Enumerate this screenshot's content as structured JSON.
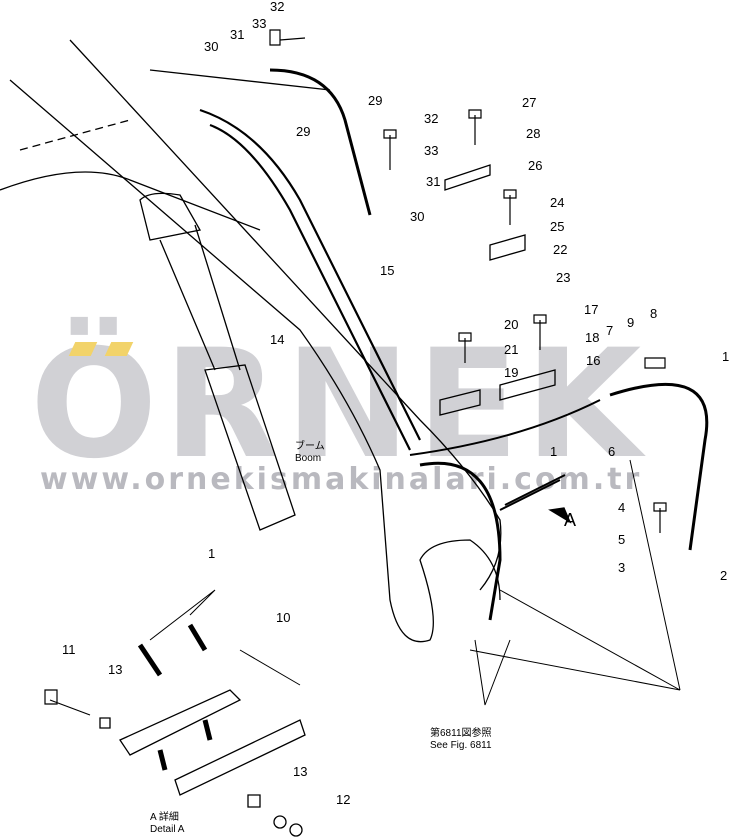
{
  "watermark": {
    "brand": "ÖRNEK",
    "url": "www.ornekismakinalari.com.tr",
    "brand_color": "#c9c9ce",
    "accent_color": "#f2d36a"
  },
  "labels": {
    "boom_jp": "ブーム",
    "boom_en": "Boom",
    "see_fig_jp": "第6811図参照",
    "see_fig_en": "See Fig. 6811",
    "detail_jp": "A 詳細",
    "detail_en": "Detail A",
    "arrow_a": "A"
  },
  "callouts": [
    "32",
    "33",
    "31",
    "30",
    "29",
    "29",
    "32",
    "33",
    "31",
    "30",
    "27",
    "28",
    "26",
    "24",
    "25",
    "22",
    "23",
    "15",
    "14",
    "17",
    "20",
    "18",
    "21",
    "19",
    "16",
    "7",
    "9",
    "8",
    "1",
    "6",
    "1",
    "4",
    "5",
    "3",
    "2",
    "1",
    "10",
    "11",
    "13",
    "13",
    "12"
  ]
}
